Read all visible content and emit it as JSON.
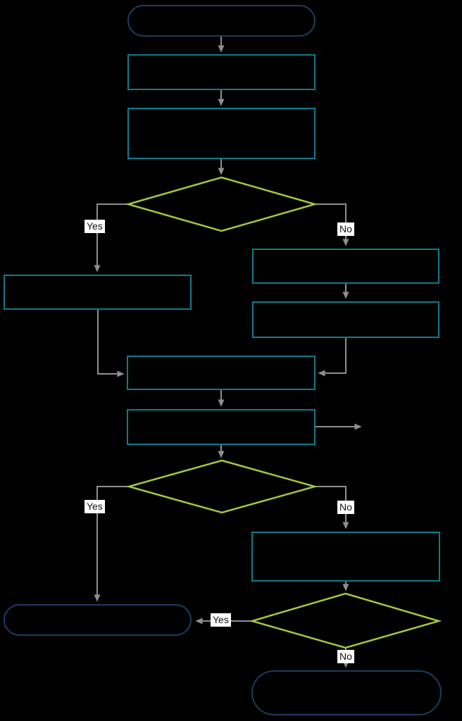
{
  "colors": {
    "background": "#000000",
    "terminator_border": "#203a61",
    "process_border": "#0e7c8c",
    "decision_border": "#a2c83b",
    "connector": "#8f8f8f",
    "label_bg": "#ffffff",
    "label_text": "#111111"
  },
  "diagram": {
    "type": "flowchart",
    "nodes": [
      {
        "id": "start",
        "shape": "terminator",
        "label": ""
      },
      {
        "id": "process-1",
        "shape": "process",
        "label": ""
      },
      {
        "id": "process-2",
        "shape": "process",
        "label": ""
      },
      {
        "id": "decision-1",
        "shape": "decision",
        "label": ""
      },
      {
        "id": "process-left",
        "shape": "process",
        "label": ""
      },
      {
        "id": "process-right-1",
        "shape": "process",
        "label": ""
      },
      {
        "id": "process-right-2",
        "shape": "process",
        "label": ""
      },
      {
        "id": "process-merge-1",
        "shape": "process",
        "label": ""
      },
      {
        "id": "process-merge-2",
        "shape": "process",
        "label": ""
      },
      {
        "id": "decision-2",
        "shape": "decision",
        "label": ""
      },
      {
        "id": "process-lower-right",
        "shape": "process",
        "label": ""
      },
      {
        "id": "decision-3",
        "shape": "decision",
        "label": ""
      },
      {
        "id": "end-left",
        "shape": "terminator",
        "label": ""
      },
      {
        "id": "end-right",
        "shape": "terminator",
        "label": ""
      }
    ],
    "edges": [
      {
        "from": "start",
        "to": "process-1",
        "label": ""
      },
      {
        "from": "process-1",
        "to": "process-2",
        "label": ""
      },
      {
        "from": "process-2",
        "to": "decision-1",
        "label": ""
      },
      {
        "from": "decision-1",
        "to": "process-left",
        "label": "Yes"
      },
      {
        "from": "decision-1",
        "to": "process-right-1",
        "label": "No"
      },
      {
        "from": "process-right-1",
        "to": "process-right-2",
        "label": ""
      },
      {
        "from": "process-left",
        "to": "process-merge-1",
        "label": ""
      },
      {
        "from": "process-right-2",
        "to": "process-merge-1",
        "label": ""
      },
      {
        "from": "process-merge-1",
        "to": "process-merge-2",
        "label": ""
      },
      {
        "from": "process-merge-2",
        "to": "offpage-right",
        "label": ""
      },
      {
        "from": "process-merge-2",
        "to": "decision-2",
        "label": ""
      },
      {
        "from": "decision-2",
        "to": "end-left",
        "label": "Yes"
      },
      {
        "from": "decision-2",
        "to": "process-lower-right",
        "label": "No"
      },
      {
        "from": "process-lower-right",
        "to": "decision-3",
        "label": ""
      },
      {
        "from": "decision-3",
        "to": "end-left",
        "label": "Yes"
      },
      {
        "from": "decision-3",
        "to": "end-right",
        "label": "No"
      }
    ]
  }
}
